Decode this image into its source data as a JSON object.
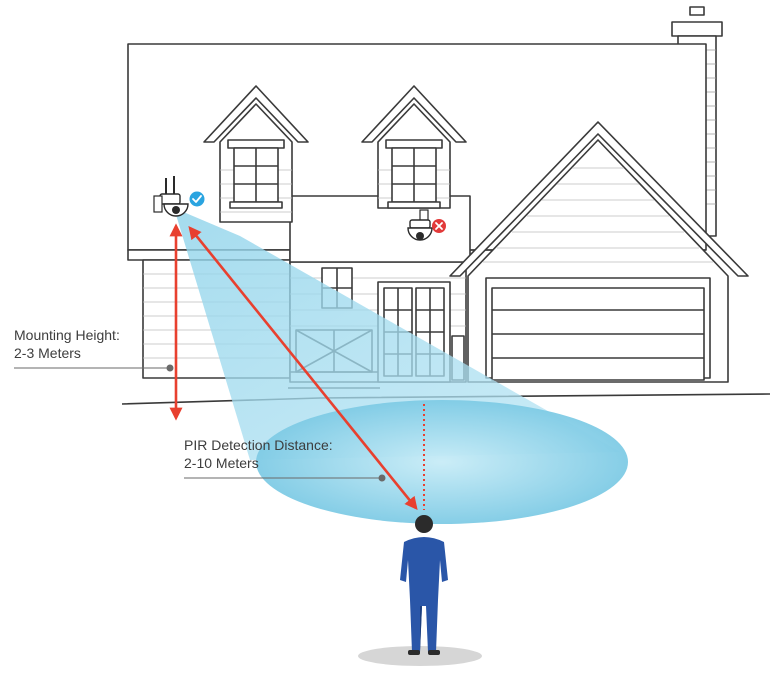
{
  "labels": {
    "mounting_title": "Mounting Height:",
    "mounting_value": "2-3 Meters",
    "pir_title": "PIR Detection Distance:",
    "pir_value": "2-10 Meters"
  },
  "markers": {
    "correct_position": "check-badge-icon",
    "wrong_position": "cross-badge-icon"
  },
  "colors": {
    "outline": "#3a3a3a",
    "arrow": "#e8402f",
    "beam": "#8fd3ea",
    "check_badge": "#2aa4e0",
    "cross_badge": "#e23a3a",
    "person": "#2a56a8",
    "person_dark": "#1d3f7e",
    "hair": "#2b2b2b",
    "shadow": "#d6d6d6"
  }
}
